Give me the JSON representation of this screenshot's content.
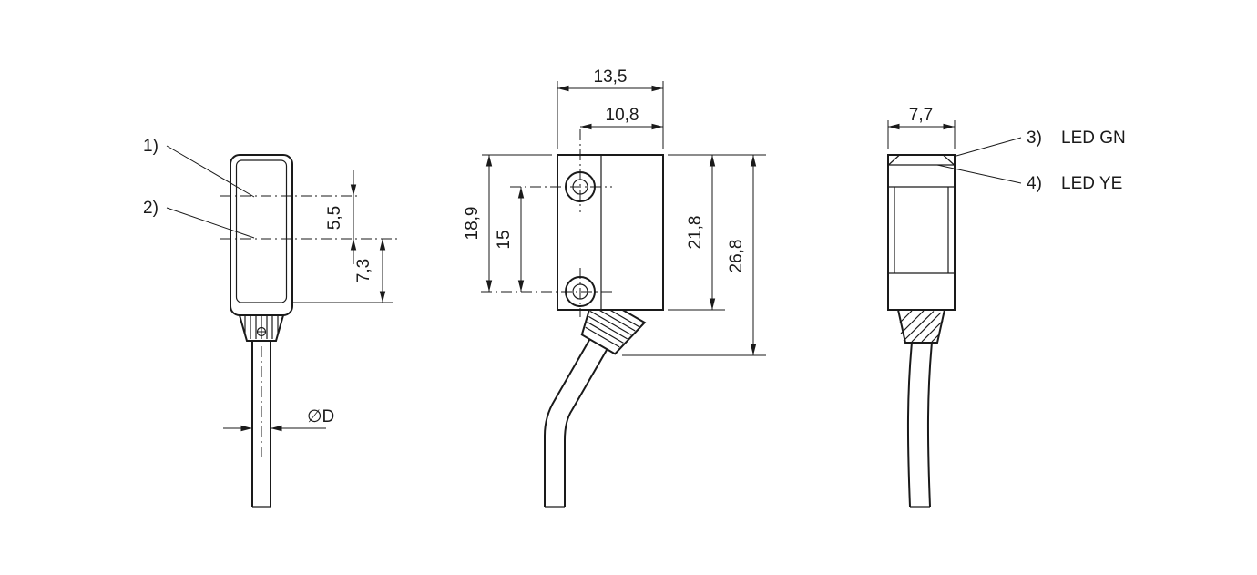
{
  "drawing": {
    "type": "technical-dimension-drawing",
    "views": [
      "front-view",
      "side-view",
      "profile-view"
    ],
    "colors": {
      "line": "#1a1a1a",
      "background": "#ffffff"
    },
    "callouts": {
      "item1": "1)",
      "item2": "2)",
      "item3": "3)",
      "item4": "4)",
      "led_green": "LED GN",
      "led_yellow": "LED YE"
    },
    "dimensions": {
      "front_width": "13,5",
      "front_inner_width": "10,8",
      "hole_top_offset": "18,9",
      "hole_spacing": "15",
      "body_height": "21,8",
      "overall_height": "26,8",
      "side_width": "7,7",
      "optical_axis_spacing": "5,5",
      "optical_axis_to_bottom": "7,3",
      "cable_diameter": "∅D"
    }
  }
}
